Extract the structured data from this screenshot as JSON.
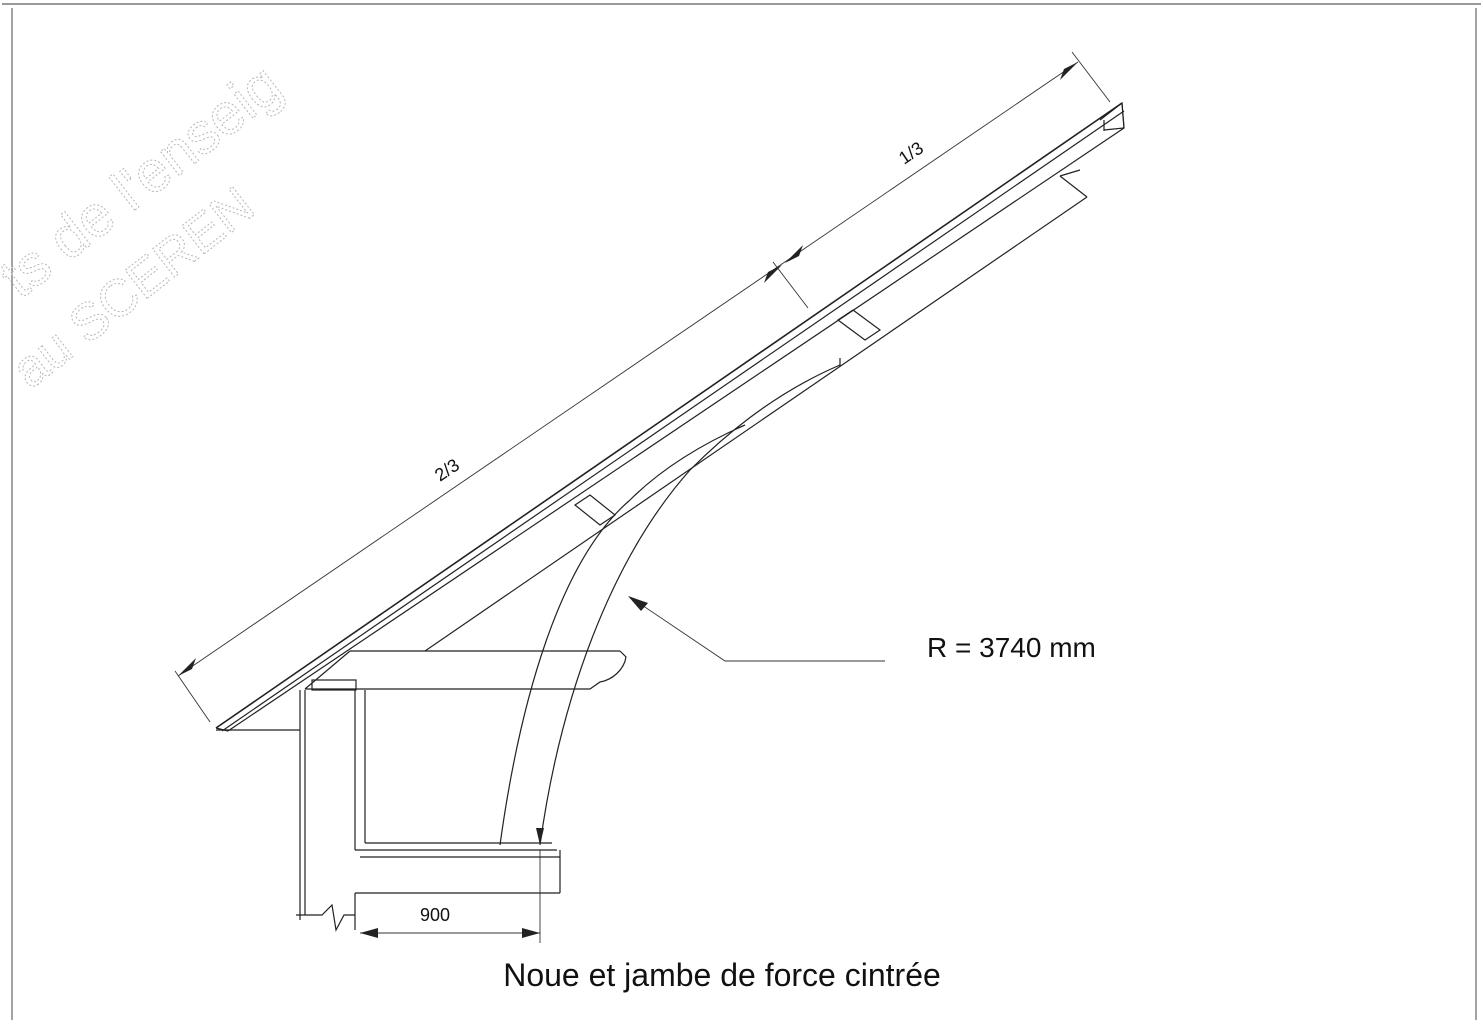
{
  "title": "Noue et jambe de force cintrée",
  "radius_label": "R = 3740 mm",
  "dim_two_thirds": "2/3",
  "dim_one_third": "1/3",
  "dim_base": "900",
  "watermark_line1": "ts de l'enseig",
  "watermark_line2": "au SCEREN",
  "colors": {
    "line": "#222222",
    "watermark": "#b8b8b8",
    "background": "#ffffff"
  }
}
